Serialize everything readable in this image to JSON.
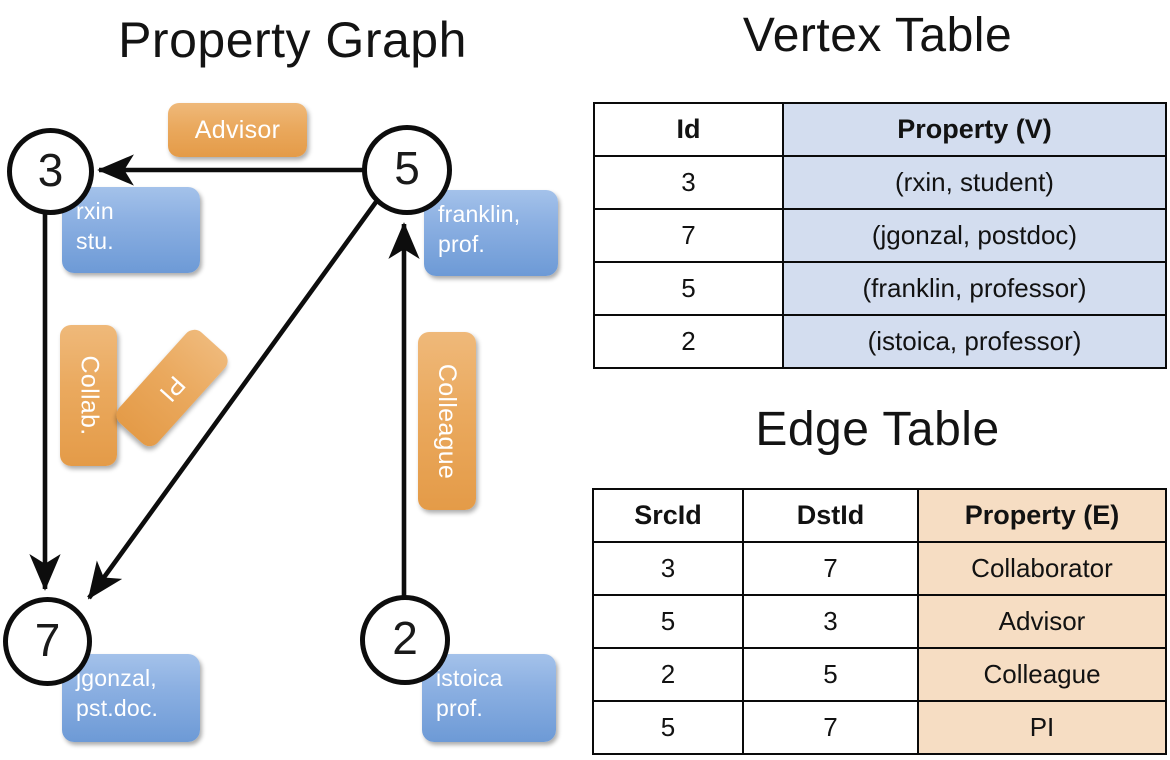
{
  "titles": {
    "property_graph": "Property Graph",
    "vertex_table": "Vertex Table",
    "edge_table": "Edge Table"
  },
  "graph": {
    "nodes": [
      {
        "id": "3",
        "property_line1": "rxin",
        "property_line2": "stu."
      },
      {
        "id": "5",
        "property_line1": "franklin,",
        "property_line2": "prof."
      },
      {
        "id": "7",
        "property_line1": "jgonzal,",
        "property_line2": "pst.doc."
      },
      {
        "id": "2",
        "property_line1": "istoica",
        "property_line2": "prof."
      }
    ],
    "edge_labels": [
      {
        "text": "Advisor",
        "src": "5",
        "dst": "3"
      },
      {
        "text": "Collab.",
        "src": "3",
        "dst": "7"
      },
      {
        "text": "PI",
        "src": "5",
        "dst": "7"
      },
      {
        "text": "Colleague",
        "src": "2",
        "dst": "5"
      }
    ]
  },
  "vertex_table": {
    "headers": [
      "Id",
      "Property (V)"
    ],
    "rows": [
      [
        "3",
        "(rxin, student)"
      ],
      [
        "7",
        "(jgonzal, postdoc)"
      ],
      [
        "5",
        "(franklin, professor)"
      ],
      [
        "2",
        "(istoica, professor)"
      ]
    ]
  },
  "edge_table": {
    "headers": [
      "SrcId",
      "DstId",
      "Property (E)"
    ],
    "rows": [
      [
        "3",
        "7",
        "Collaborator"
      ],
      [
        "5",
        "3",
        "Advisor"
      ],
      [
        "2",
        "5",
        "Colleague"
      ],
      [
        "5",
        "7",
        "PI"
      ]
    ]
  },
  "colors": {
    "vertex_fill": "#d3ddef",
    "edge_fill": "#f6ddc3",
    "vertex_box": "#8cb0e2",
    "edge_box": "#eaa95e",
    "stroke": "#0a0a0a",
    "background": "#ffffff"
  }
}
